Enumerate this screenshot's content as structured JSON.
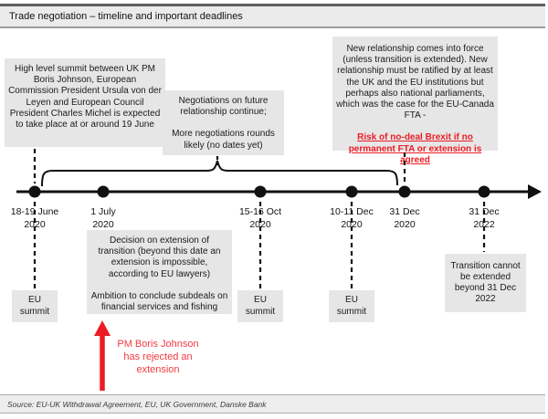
{
  "title": "Trade negotiation – timeline and important deadlines",
  "source": "Source: EU-UK Withdrawal Agreement, EU, UK Government, Danske Bank",
  "colors": {
    "accent_red": "#ed1c24",
    "box_background": "#e6e6e6",
    "bar_background": "#ebebeb",
    "timeline_black": "#111111"
  },
  "annotations": {
    "summit_june": "High level summit between UK PM Boris Johnson, European Commission President Ursula von der Leyen and European Council President Charles Michel is expected to take place at or around 19 June",
    "negotiations_line1": "Negotiations on future relationship continue;",
    "negotiations_line2": "More negotiations rounds likely (no dates yet)",
    "new_relationship": "New relationship comes into force (unless transition is extended). New relationship must be ratified by at least the UK and the EU institutions but perhaps also national parliaments, which was the case for the EU-Canada FTA -",
    "risk_warning": "Risk of no-deal Brexit if no permanent FTA or extension is agreed",
    "decision_line1": "Decision on extension of transition (beyond this date an extension is impossible, according to EU lawyers)",
    "decision_line2": "Ambition to conclude subdeals on financial services and fishing",
    "transition_limit": "Transition cannot be extended beyond 31 Dec 2022",
    "rejection_note": "PM Boris Johnson has rejected an extension"
  },
  "labels": {
    "eu_summit": "EU summit"
  },
  "timeline": {
    "events": [
      {
        "date": "18-19 June",
        "year": "2020"
      },
      {
        "date": "1 July",
        "year": "2020"
      },
      {
        "date": "15-16 Oct",
        "year": "2020"
      },
      {
        "date": "10-11 Dec",
        "year": "2020"
      },
      {
        "date": "31 Dec",
        "year": "2020"
      },
      {
        "date": "31 Dec",
        "year": "2022"
      }
    ]
  }
}
